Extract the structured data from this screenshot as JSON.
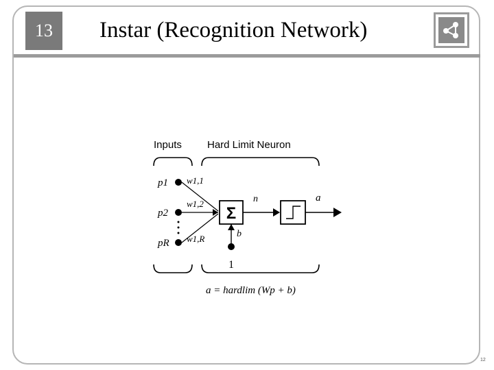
{
  "slide": {
    "chapter_number": "13",
    "title": "Instar (Recognition Network)",
    "page_number": "12"
  },
  "diagram": {
    "inputs_label": "Inputs",
    "neuron_label": "Hard Limit Neuron",
    "inputs": [
      {
        "label": "p1",
        "weight": "w1,1"
      },
      {
        "label": "p2",
        "weight": "w1,2"
      },
      {
        "label": "pR",
        "weight": "w1,R"
      }
    ],
    "summation_symbol": "Σ",
    "net_input": "n",
    "output": "a",
    "bias": "b",
    "bias_input": "1",
    "equation": "a = hardlim (Wp + b)"
  },
  "logo": {
    "icon": "logo-icon"
  }
}
